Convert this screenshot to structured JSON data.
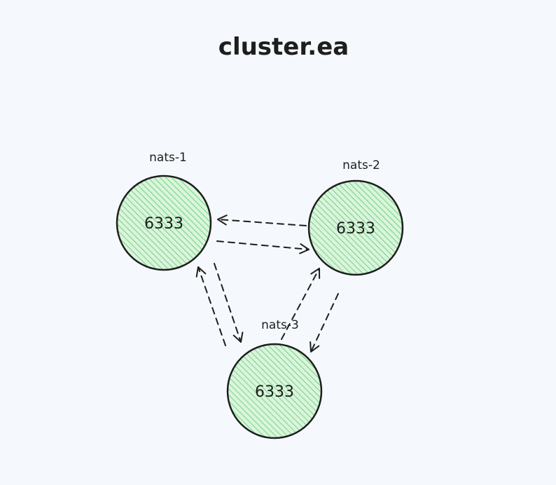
{
  "diagram": {
    "title": "cluster.ea",
    "colors": {
      "background": "#f5f9fd",
      "node_fill": "#d9f5db",
      "node_hatch": "#40c057",
      "stroke": "#1e1e1e"
    },
    "nodes": [
      {
        "id": "nats-1",
        "label": "nats-1",
        "port": "6333"
      },
      {
        "id": "nats-2",
        "label": "nats-2",
        "port": "6333"
      },
      {
        "id": "nats-3",
        "label": "nats-3",
        "port": "6333"
      }
    ],
    "edges": [
      {
        "from": "nats-2",
        "to": "nats-1",
        "style": "dashed"
      },
      {
        "from": "nats-1",
        "to": "nats-2",
        "style": "dashed"
      },
      {
        "from": "nats-1",
        "to": "nats-3",
        "style": "dashed"
      },
      {
        "from": "nats-3",
        "to": "nats-1",
        "style": "dashed"
      },
      {
        "from": "nats-3",
        "to": "nats-2",
        "style": "dashed"
      },
      {
        "from": "nats-2",
        "to": "nats-3",
        "style": "dashed"
      }
    ]
  }
}
